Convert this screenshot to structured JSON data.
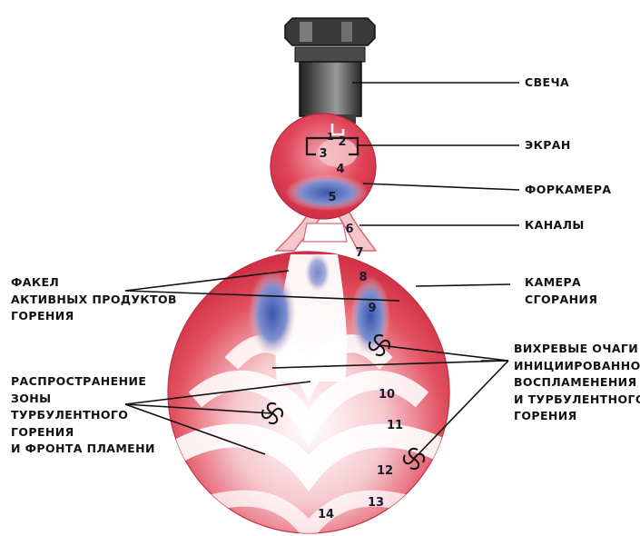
{
  "labels": {
    "svecha": "СВЕЧА",
    "ekran": "ЭКРАН",
    "forkamera": "ФОРКАМЕРА",
    "kanaly": "КАНАЛЫ",
    "kamera": [
      "КАМЕРА",
      "СГОРАНИЯ"
    ],
    "fakel": [
      "ФАКЕЛ",
      "АКТИВНЫХ ПРОДУКТОВ",
      "ГОРЕНИЯ"
    ],
    "vikhrevye": [
      "ВИХРЕВЫЕ ОЧАГИ",
      "ИНИЦИИРОВАННОГО",
      "ВОСПЛАМЕНЕНИЯ",
      "И ТУРБУЛЕНТНОГО",
      "ГОРЕНИЯ"
    ],
    "rasprostranenie": [
      "РАСПРОСТРАНЕНИЕ",
      "ЗОНЫ",
      "ТУРБУЛЕНТНОГО",
      "ГОРЕНИЯ",
      "И ФРОНТА ПЛАМЕНИ"
    ]
  },
  "numbers": [
    "1",
    "2",
    "3",
    "4",
    "5",
    "6",
    "7",
    "8",
    "9",
    "10",
    "11",
    "12",
    "13",
    "14"
  ],
  "colors": {
    "flame_red": "#d8344a",
    "flame_pink": "#f1a7b0",
    "flame_white": "#ffffff",
    "active_blue": "#3e5fb4",
    "plug_dark": "#2b2b2b",
    "leader": "#111111"
  }
}
